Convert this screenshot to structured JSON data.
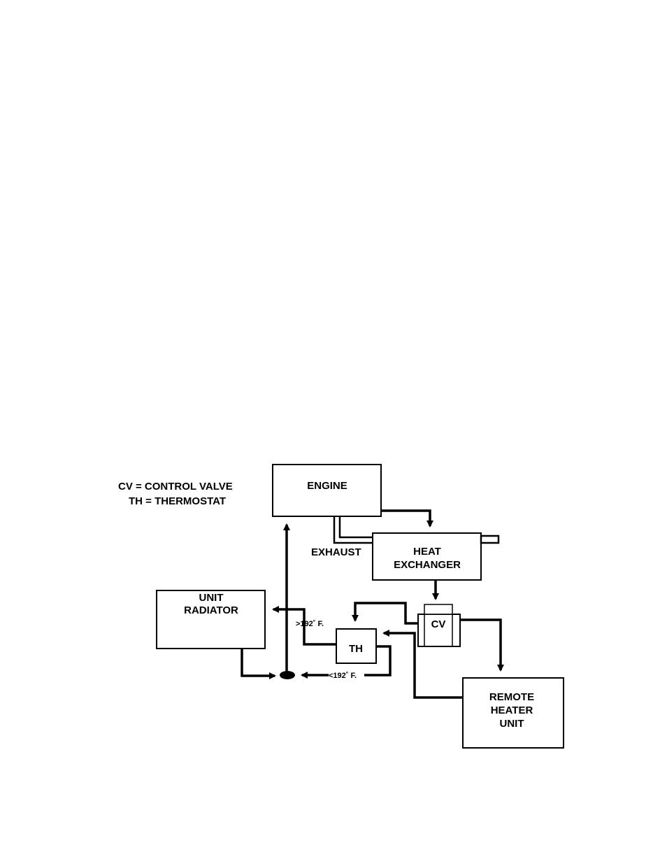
{
  "legend": {
    "cv": "CV = CONTROL VALVE",
    "th": "TH = THERMOSTAT"
  },
  "blocks": {
    "engine": "ENGINE",
    "heat_exchanger": [
      "HEAT",
      "EXCHANGER"
    ],
    "unit_radiator": [
      "UNIT",
      "RADIATOR"
    ],
    "thermostat": "TH",
    "control_valve": "CV",
    "remote_heater": [
      "REMOTE",
      "HEATER",
      "UNIT"
    ]
  },
  "labels": {
    "exhaust": "EXHAUST",
    "above_temp": ">192˚ F.",
    "below_temp": "<192˚ F."
  }
}
